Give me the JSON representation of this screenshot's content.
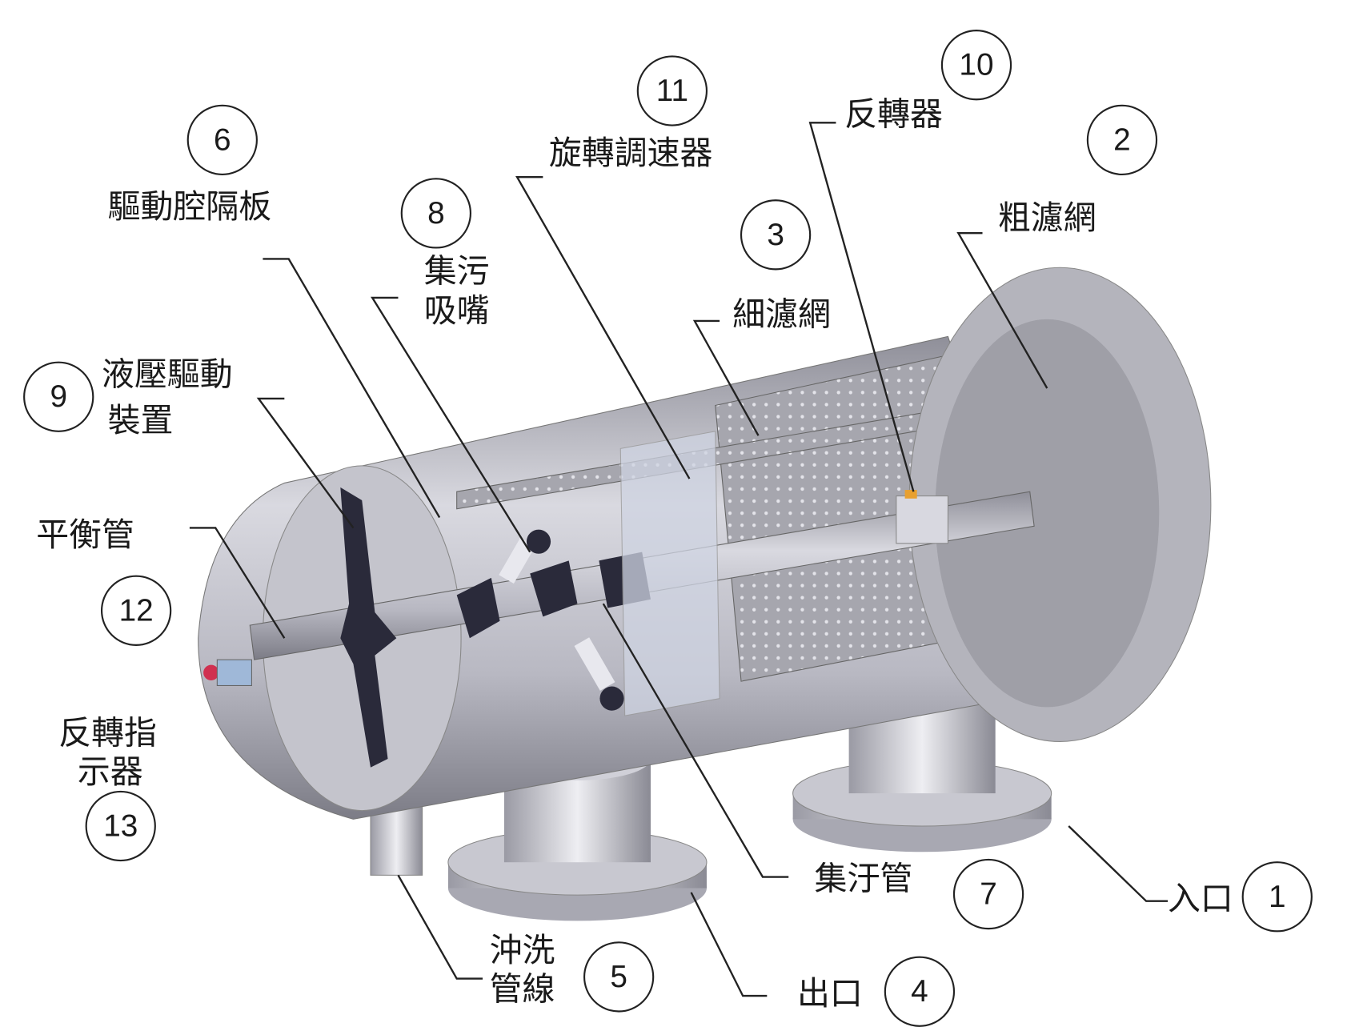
{
  "callouts": [
    {
      "num": "1",
      "label": "入口"
    },
    {
      "num": "2",
      "label": "粗濾網"
    },
    {
      "num": "3",
      "label": "細濾網"
    },
    {
      "num": "4",
      "label": "出口"
    },
    {
      "num": "5",
      "label_lines": [
        "沖洗",
        "管線"
      ]
    },
    {
      "num": "6",
      "label": "驅動腔隔板"
    },
    {
      "num": "7",
      "label": "集汙管"
    },
    {
      "num": "8",
      "label_lines": [
        "集污",
        "吸嘴"
      ]
    },
    {
      "num": "9",
      "label_lines": [
        "液壓驅動",
        "裝置"
      ]
    },
    {
      "num": "10",
      "label": "反轉器"
    },
    {
      "num": "11",
      "label": "旋轉調速器"
    },
    {
      "num": "12",
      "label": "平衡管"
    },
    {
      "num": "13",
      "label_lines": [
        "反轉指",
        "示器"
      ]
    }
  ]
}
